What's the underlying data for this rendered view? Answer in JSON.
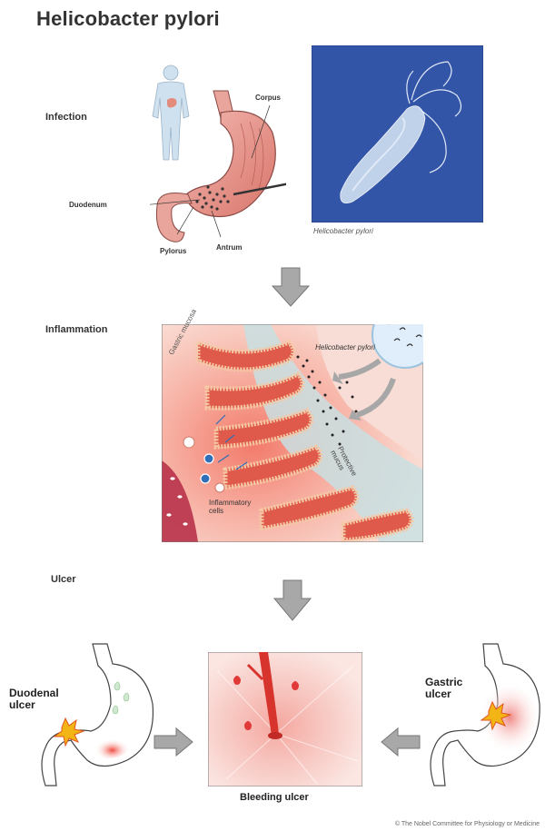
{
  "title": "Helicobacter pylori",
  "sections": {
    "infection": "Infection",
    "inflammation": "Inflammation",
    "ulcer": "Ulcer"
  },
  "infection_labels": {
    "corpus": "Corpus",
    "duodenum": "Duodenum",
    "pylorus": "Pylorus",
    "antrum": "Antrum",
    "micrograph_caption": "Helicobacter pylori"
  },
  "inflammation_labels": {
    "gastric_mucosa": "Gastric mucosa",
    "bacteria": "Helicobacter pylori",
    "protective_mucus": "Protective mucus",
    "inflammatory_cells": "Inflammatory cells"
  },
  "ulcer_labels": {
    "duodenal_ulcer": "Duodenal ulcer",
    "gastric_ulcer": "Gastric ulcer",
    "bleeding_ulcer": "Bleeding ulcer"
  },
  "credit": "© The Nobel Committee for Physiology or Medicine"
}
